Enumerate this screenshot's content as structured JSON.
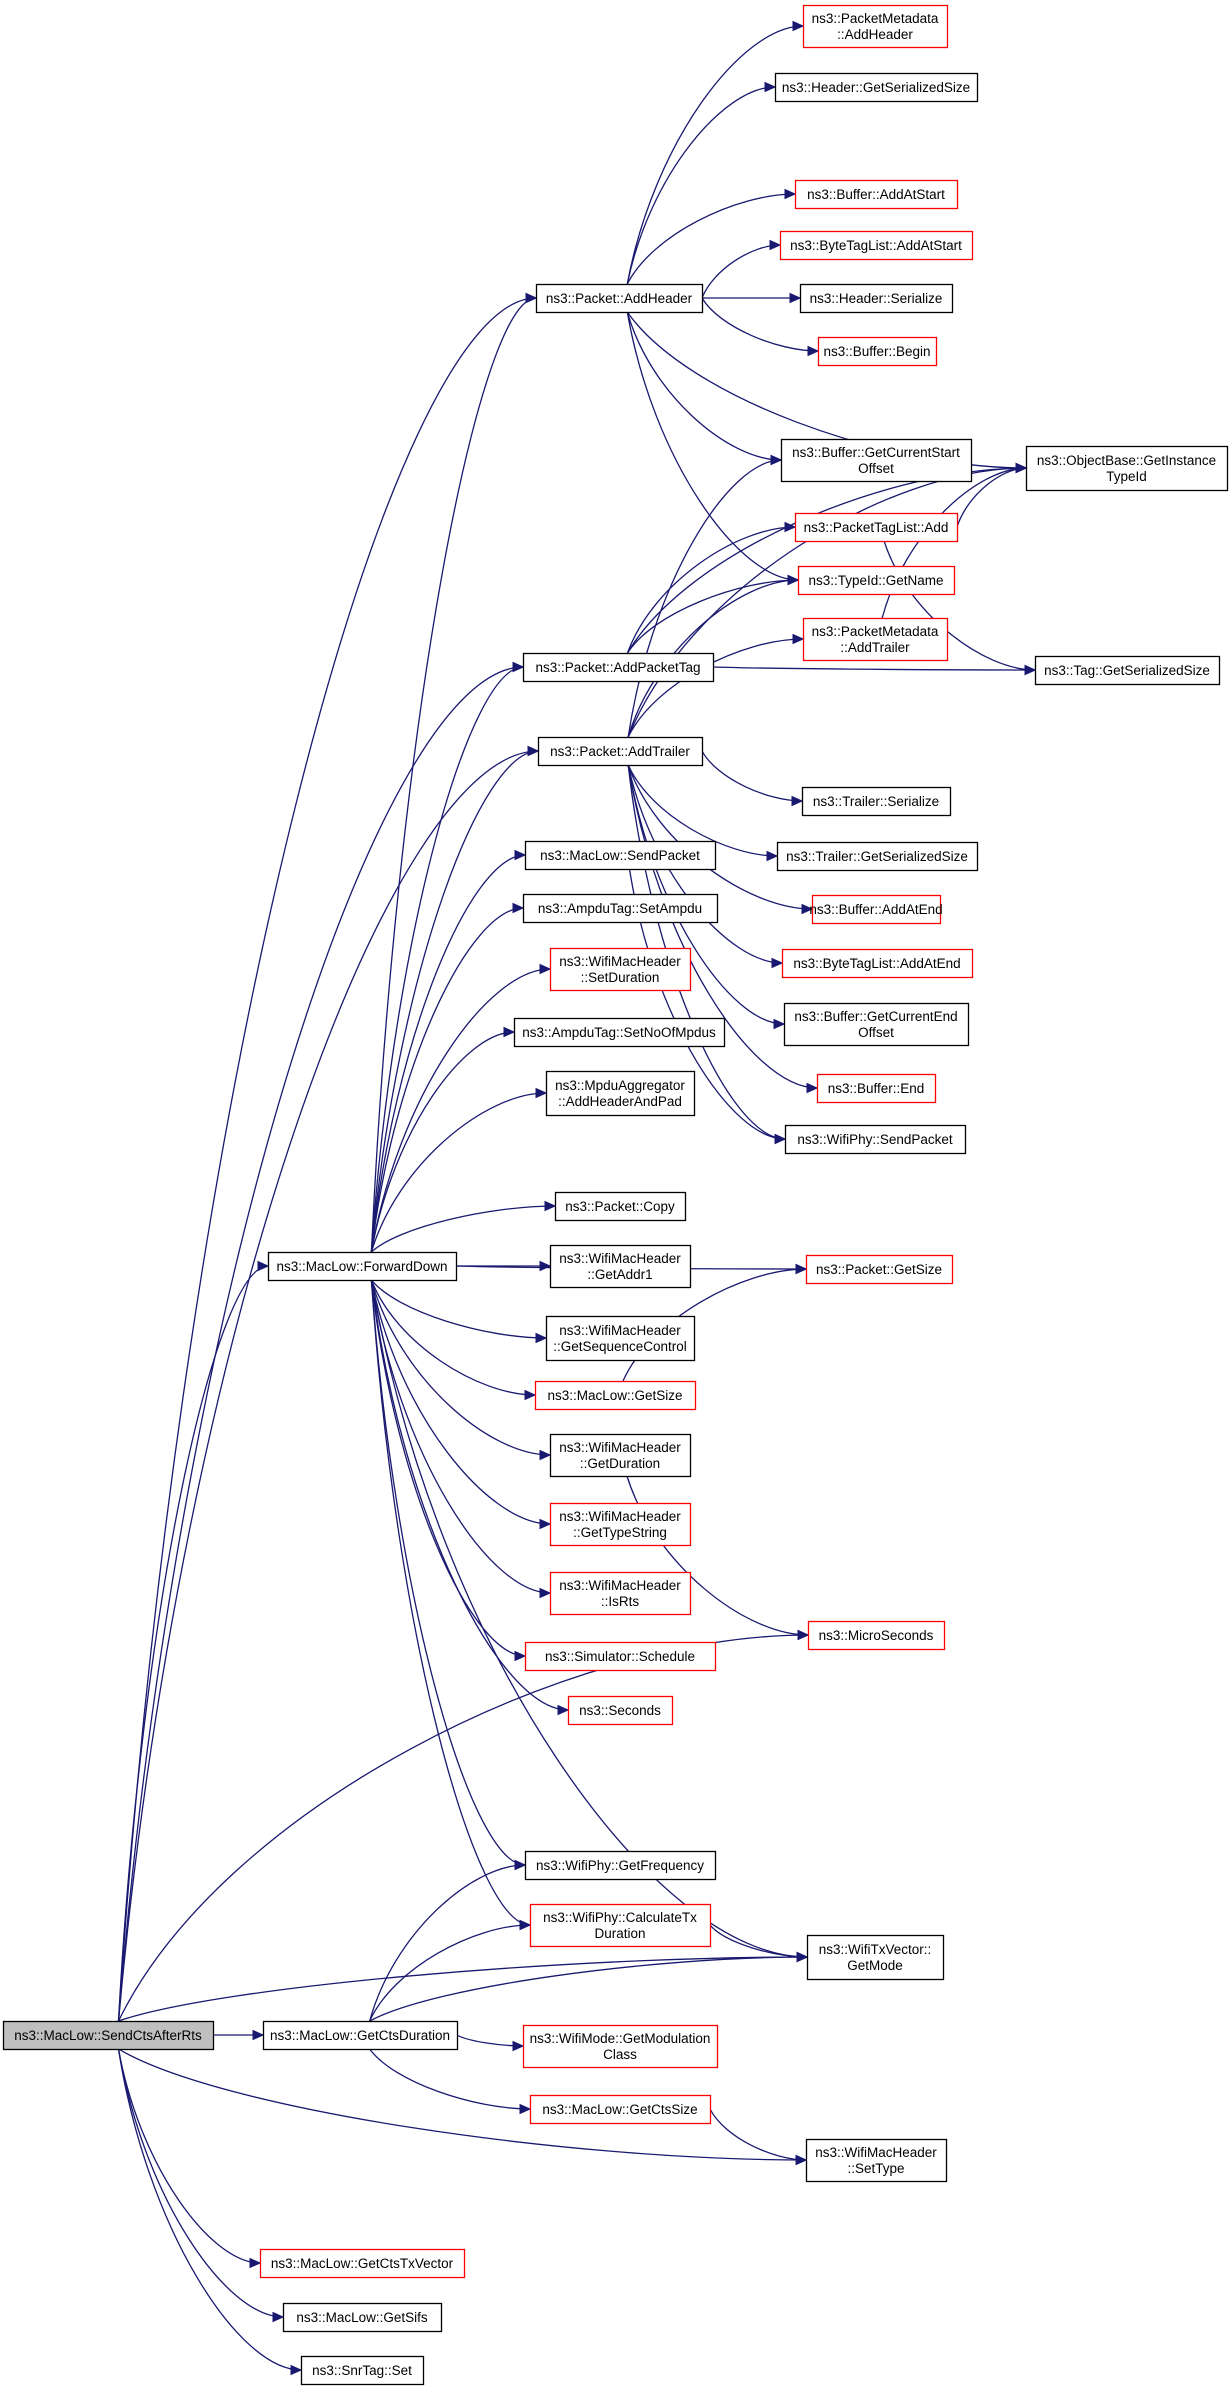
{
  "nodes": [
    {
      "id": "root",
      "lines": [
        "ns3::MacLow::SendCtsAfterRts"
      ],
      "border": "root"
    },
    {
      "id": "pm_addheader",
      "lines": [
        "ns3::PacketMetadata",
        "::AddHeader"
      ],
      "border": "red"
    },
    {
      "id": "hdr_getsersize",
      "lines": [
        "ns3::Header::GetSerializedSize"
      ],
      "border": "black"
    },
    {
      "id": "buf_addatstart",
      "lines": [
        "ns3::Buffer::AddAtStart"
      ],
      "border": "red"
    },
    {
      "id": "btl_addatstart",
      "lines": [
        "ns3::ByteTagList::AddAtStart"
      ],
      "border": "red"
    },
    {
      "id": "pkt_addheader",
      "lines": [
        "ns3::Packet::AddHeader"
      ],
      "border": "black"
    },
    {
      "id": "hdr_serialize",
      "lines": [
        "ns3::Header::Serialize"
      ],
      "border": "black"
    },
    {
      "id": "buf_begin",
      "lines": [
        "ns3::Buffer::Begin"
      ],
      "border": "red"
    },
    {
      "id": "buf_getcurstart",
      "lines": [
        "ns3::Buffer::GetCurrentStart",
        "Offset"
      ],
      "border": "black"
    },
    {
      "id": "ob_getinst",
      "lines": [
        "ns3::ObjectBase::GetInstance",
        "TypeId"
      ],
      "border": "black"
    },
    {
      "id": "ptl_add",
      "lines": [
        "ns3::PacketTagList::Add"
      ],
      "border": "red"
    },
    {
      "id": "typeid_getname",
      "lines": [
        "ns3::TypeId::GetName"
      ],
      "border": "red"
    },
    {
      "id": "pm_addtrailer",
      "lines": [
        "ns3::PacketMetadata",
        "::AddTrailer"
      ],
      "border": "red"
    },
    {
      "id": "pkt_addpackettag",
      "lines": [
        "ns3::Packet::AddPacketTag"
      ],
      "border": "black"
    },
    {
      "id": "tag_getsersize",
      "lines": [
        "ns3::Tag::GetSerializedSize"
      ],
      "border": "black"
    },
    {
      "id": "pkt_addtrailer",
      "lines": [
        "ns3::Packet::AddTrailer"
      ],
      "border": "black"
    },
    {
      "id": "tr_serialize",
      "lines": [
        "ns3::Trailer::Serialize"
      ],
      "border": "black"
    },
    {
      "id": "ml_sendpacket",
      "lines": [
        "ns3::MacLow::SendPacket"
      ],
      "border": "black"
    },
    {
      "id": "tr_getsersize",
      "lines": [
        "ns3::Trailer::GetSerializedSize"
      ],
      "border": "black"
    },
    {
      "id": "ampdu_setampdu",
      "lines": [
        "ns3::AmpduTag::SetAmpdu"
      ],
      "border": "black"
    },
    {
      "id": "buf_addatend",
      "lines": [
        "ns3::Buffer::AddAtEnd"
      ],
      "border": "red"
    },
    {
      "id": "wmh_setduration",
      "lines": [
        "ns3::WifiMacHeader",
        "::SetDuration"
      ],
      "border": "red"
    },
    {
      "id": "btl_addatend",
      "lines": [
        "ns3::ByteTagList::AddAtEnd"
      ],
      "border": "red"
    },
    {
      "id": "buf_getcurend",
      "lines": [
        "ns3::Buffer::GetCurrentEnd",
        "Offset"
      ],
      "border": "black"
    },
    {
      "id": "ampdu_setnoof",
      "lines": [
        "ns3::AmpduTag::SetNoOfMpdus"
      ],
      "border": "black"
    },
    {
      "id": "mpdu_addhdr",
      "lines": [
        "ns3::MpduAggregator",
        "::AddHeaderAndPad"
      ],
      "border": "black"
    },
    {
      "id": "buf_end",
      "lines": [
        "ns3::Buffer::End"
      ],
      "border": "red"
    },
    {
      "id": "phy_sendpacket",
      "lines": [
        "ns3::WifiPhy::SendPacket"
      ],
      "border": "black"
    },
    {
      "id": "pkt_copy",
      "lines": [
        "ns3::Packet::Copy"
      ],
      "border": "black"
    },
    {
      "id": "ml_forwarddown",
      "lines": [
        "ns3::MacLow::ForwardDown"
      ],
      "border": "black"
    },
    {
      "id": "wmh_getaddr1",
      "lines": [
        "ns3::WifiMacHeader",
        "::GetAddr1"
      ],
      "border": "black"
    },
    {
      "id": "pkt_getsize",
      "lines": [
        "ns3::Packet::GetSize"
      ],
      "border": "red"
    },
    {
      "id": "wmh_getseqctl",
      "lines": [
        "ns3::WifiMacHeader",
        "::GetSequenceControl"
      ],
      "border": "black"
    },
    {
      "id": "ml_getsize",
      "lines": [
        "ns3::MacLow::GetSize"
      ],
      "border": "red"
    },
    {
      "id": "wmh_getduration",
      "lines": [
        "ns3::WifiMacHeader",
        "::GetDuration"
      ],
      "border": "black"
    },
    {
      "id": "wmh_gettypestring",
      "lines": [
        "ns3::WifiMacHeader",
        "::GetTypeString"
      ],
      "border": "red"
    },
    {
      "id": "wmh_isrts",
      "lines": [
        "ns3::WifiMacHeader",
        "::IsRts"
      ],
      "border": "red"
    },
    {
      "id": "microseconds",
      "lines": [
        "ns3::MicroSeconds"
      ],
      "border": "red"
    },
    {
      "id": "sim_schedule",
      "lines": [
        "ns3::Simulator::Schedule"
      ],
      "border": "red"
    },
    {
      "id": "seconds",
      "lines": [
        "ns3::Seconds"
      ],
      "border": "red"
    },
    {
      "id": "phy_getfreq",
      "lines": [
        "ns3::WifiPhy::GetFrequency"
      ],
      "border": "black"
    },
    {
      "id": "phy_calctx",
      "lines": [
        "ns3::WifiPhy::CalculateTx",
        "Duration"
      ],
      "border": "red"
    },
    {
      "id": "txv_getmode",
      "lines": [
        "ns3::WifiTxVector::",
        "GetMode"
      ],
      "border": "black"
    },
    {
      "id": "ml_getctsduration",
      "lines": [
        "ns3::MacLow::GetCtsDuration"
      ],
      "border": "black"
    },
    {
      "id": "wm_getmodclass",
      "lines": [
        "ns3::WifiMode::GetModulation",
        "Class"
      ],
      "border": "red"
    },
    {
      "id": "ml_getctssize",
      "lines": [
        "ns3::MacLow::GetCtsSize"
      ],
      "border": "red"
    },
    {
      "id": "wmh_settype",
      "lines": [
        "ns3::WifiMacHeader",
        "::SetType"
      ],
      "border": "black"
    },
    {
      "id": "ml_getctstxvector",
      "lines": [
        "ns3::MacLow::GetCtsTxVector"
      ],
      "border": "red"
    },
    {
      "id": "ml_getsifs",
      "lines": [
        "ns3::MacLow::GetSifs"
      ],
      "border": "black"
    },
    {
      "id": "snrtag_set",
      "lines": [
        "ns3::SnrTag::Set"
      ],
      "border": "black"
    }
  ],
  "edges": [
    [
      "root",
      "pkt_addheader"
    ],
    [
      "root",
      "pkt_addpackettag"
    ],
    [
      "root",
      "pkt_addtrailer"
    ],
    [
      "root",
      "ml_forwarddown"
    ],
    [
      "root",
      "microseconds"
    ],
    [
      "root",
      "ml_getctsduration"
    ],
    [
      "root",
      "txv_getmode"
    ],
    [
      "root",
      "wmh_settype"
    ],
    [
      "root",
      "ml_getctstxvector"
    ],
    [
      "root",
      "ml_getsifs"
    ],
    [
      "root",
      "snrtag_set"
    ],
    [
      "pkt_addheader",
      "pm_addheader"
    ],
    [
      "pkt_addheader",
      "hdr_getsersize"
    ],
    [
      "pkt_addheader",
      "ob_getinst"
    ],
    [
      "pkt_addheader",
      "buf_addatstart"
    ],
    [
      "pkt_addheader",
      "btl_addatstart"
    ],
    [
      "pkt_addheader",
      "hdr_serialize"
    ],
    [
      "pkt_addheader",
      "buf_begin"
    ],
    [
      "pkt_addheader",
      "buf_getcurstart"
    ],
    [
      "pkt_addheader",
      "typeid_getname"
    ],
    [
      "pkt_addpackettag",
      "ob_getinst"
    ],
    [
      "pkt_addpackettag",
      "ptl_add"
    ],
    [
      "pkt_addpackettag",
      "typeid_getname"
    ],
    [
      "pkt_addpackettag",
      "tag_getsersize"
    ],
    [
      "ptl_add",
      "ob_getinst"
    ],
    [
      "ptl_add",
      "tag_getsersize"
    ],
    [
      "pm_addtrailer",
      "ob_getinst"
    ],
    [
      "pkt_addtrailer",
      "ob_getinst"
    ],
    [
      "pkt_addtrailer",
      "buf_getcurstart"
    ],
    [
      "pkt_addtrailer",
      "typeid_getname"
    ],
    [
      "pkt_addtrailer",
      "pm_addtrailer"
    ],
    [
      "pkt_addtrailer",
      "tr_serialize"
    ],
    [
      "pkt_addtrailer",
      "tr_getsersize"
    ],
    [
      "pkt_addtrailer",
      "buf_addatend"
    ],
    [
      "pkt_addtrailer",
      "btl_addatend"
    ],
    [
      "pkt_addtrailer",
      "buf_getcurend"
    ],
    [
      "pkt_addtrailer",
      "buf_end"
    ],
    [
      "pkt_addtrailer",
      "phy_sendpacket"
    ],
    [
      "ml_sendpacket",
      "phy_sendpacket"
    ],
    [
      "ml_forwarddown",
      "pkt_addheader"
    ],
    [
      "ml_forwarddown",
      "pkt_addpackettag"
    ],
    [
      "ml_forwarddown",
      "pkt_addtrailer"
    ],
    [
      "ml_forwarddown",
      "ml_sendpacket"
    ],
    [
      "ml_forwarddown",
      "ampdu_setampdu"
    ],
    [
      "ml_forwarddown",
      "wmh_setduration"
    ],
    [
      "ml_forwarddown",
      "ampdu_setnoof"
    ],
    [
      "ml_forwarddown",
      "mpdu_addhdr"
    ],
    [
      "ml_forwarddown",
      "pkt_copy"
    ],
    [
      "ml_forwarddown",
      "pkt_getsize"
    ],
    [
      "ml_forwarddown",
      "wmh_getaddr1"
    ],
    [
      "ml_forwarddown",
      "wmh_getseqctl"
    ],
    [
      "ml_forwarddown",
      "ml_getsize"
    ],
    [
      "ml_forwarddown",
      "wmh_getduration"
    ],
    [
      "ml_forwarddown",
      "wmh_gettypestring"
    ],
    [
      "ml_forwarddown",
      "wmh_isrts"
    ],
    [
      "ml_forwarddown",
      "sim_schedule"
    ],
    [
      "ml_forwarddown",
      "seconds"
    ],
    [
      "ml_forwarddown",
      "txv_getmode"
    ],
    [
      "ml_forwarddown",
      "phy_getfreq"
    ],
    [
      "ml_forwarddown",
      "phy_calctx"
    ],
    [
      "ml_getsize",
      "pkt_getsize"
    ],
    [
      "wmh_getduration",
      "microseconds"
    ],
    [
      "phy_calctx",
      "txv_getmode"
    ],
    [
      "ml_getctsduration",
      "phy_getfreq"
    ],
    [
      "ml_getctsduration",
      "phy_calctx"
    ],
    [
      "ml_getctsduration",
      "txv_getmode"
    ],
    [
      "ml_getctsduration",
      "wm_getmodclass"
    ],
    [
      "ml_getctsduration",
      "ml_getctssize"
    ],
    [
      "ml_getctssize",
      "wmh_settype"
    ]
  ]
}
